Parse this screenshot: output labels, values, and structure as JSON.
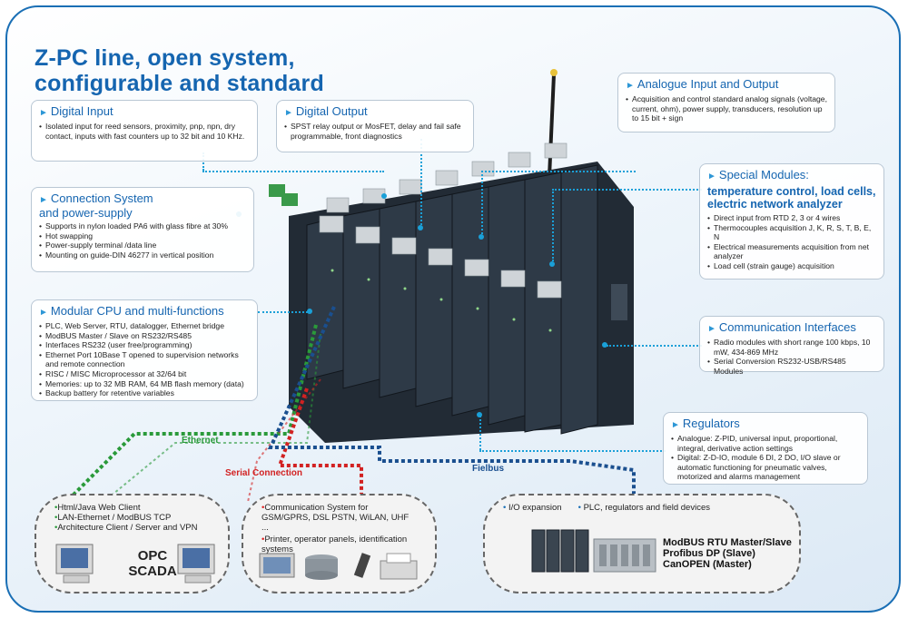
{
  "title": {
    "line1": "Z-PC line, open system,",
    "line2": "configurable and standard"
  },
  "digital_input": {
    "heading": "Digital Input",
    "text": "Isolated input for reed sensors, proximity, pnp, npn, dry contact, inputs with fast counters up to 32 bit and 10 KHz."
  },
  "digital_output": {
    "heading": "Digital Output",
    "text": "SPST relay output or MosFET, delay and fail safe programmable, front diagnostics"
  },
  "analogue": {
    "heading": "Analogue Input and Output",
    "text": "Acquisition and control standard analog signals (voltage, current, ohm), power supply, transducers, resolution up to 15 bit + sign"
  },
  "connection": {
    "heading1": "Connection System",
    "heading2": "and power-supply",
    "items": [
      "Supports in nylon loaded PA6 with glass fibre at 30%",
      "Hot swapping",
      "Power-supply terminal /data line",
      "Mounting on guide-DIN 46277 in vertical position"
    ]
  },
  "special": {
    "heading1": "Special Modules:",
    "heading2": "temperature control, load cells, electric network analyzer",
    "items": [
      "Direct input from RTD 2, 3 or 4 wires",
      "Thermocouples acquisition J, K, R, S, T, B, E, N",
      "Electrical measurements acquisition from net analyzer",
      "Load cell (strain gauge) acquisition"
    ]
  },
  "cpu": {
    "heading": "Modular CPU and multi-functions",
    "items": [
      "PLC, Web Server, RTU, datalogger, Ethernet bridge",
      "ModBUS Master / Slave on RS232/RS485",
      "Interfaces RS232 (user free/programming)",
      "Ethernet Port 10Base T opened to supervision networks and remote connection",
      "RISC / MISC Microprocessor at 32/64 bit",
      "Memories: up to 32 MB RAM, 64 MB flash memory (data)",
      "Backup battery for retentive variables"
    ]
  },
  "comm": {
    "heading": "Communication Interfaces",
    "items": [
      "Radio modules with short range 100 kbps, 10 mW, 434-869 MHz",
      "Serial Conversion RS232-USB/RS485 Modules"
    ]
  },
  "regulators": {
    "heading": "Regulators",
    "items": [
      "Analogue: Z-PID, universal input, proportional, integral, derivative action settings",
      "Digital: Z-D-IO, module 6 DI, 2 DO, I/O slave or automatic functioning for pneumatic valves, motorized and alarms management"
    ]
  },
  "networks": {
    "ethernet": "Ethernet",
    "serial": "Serial Connection",
    "fieldbus": "Fielbus"
  },
  "pill_left": {
    "items": [
      "Html/Java Web Client",
      "LAN-Ethernet / ModBUS TCP",
      "Architecture Client / Server and VPN"
    ],
    "opc": "OPC",
    "scada": "SCADA"
  },
  "pill_mid": {
    "items": [
      "Communication System for GSM/GPRS, DSL PSTN, WiLAN, UHF ...",
      "Printer, operator panels, identification systems"
    ]
  },
  "pill_right": {
    "item1": "I/O expansion",
    "item2": "PLC, regulators and field devices",
    "protocols": [
      "ModBUS RTU Master/Slave",
      "Profibus DP (Slave)",
      "CanOPEN (Master)"
    ]
  },
  "colors": {
    "brand_blue": "#1565b0",
    "accent_cyan": "#1aa0d8",
    "ethernet_green": "#2a9a3a",
    "serial_red": "#d22222",
    "fieldbus_blue": "#1a4f8f"
  },
  "icons": [
    "computer-monitor-icon",
    "disk-drive-icon",
    "barcode-scanner-icon",
    "printer-icon",
    "plc-rack-icon",
    "antenna-icon"
  ]
}
